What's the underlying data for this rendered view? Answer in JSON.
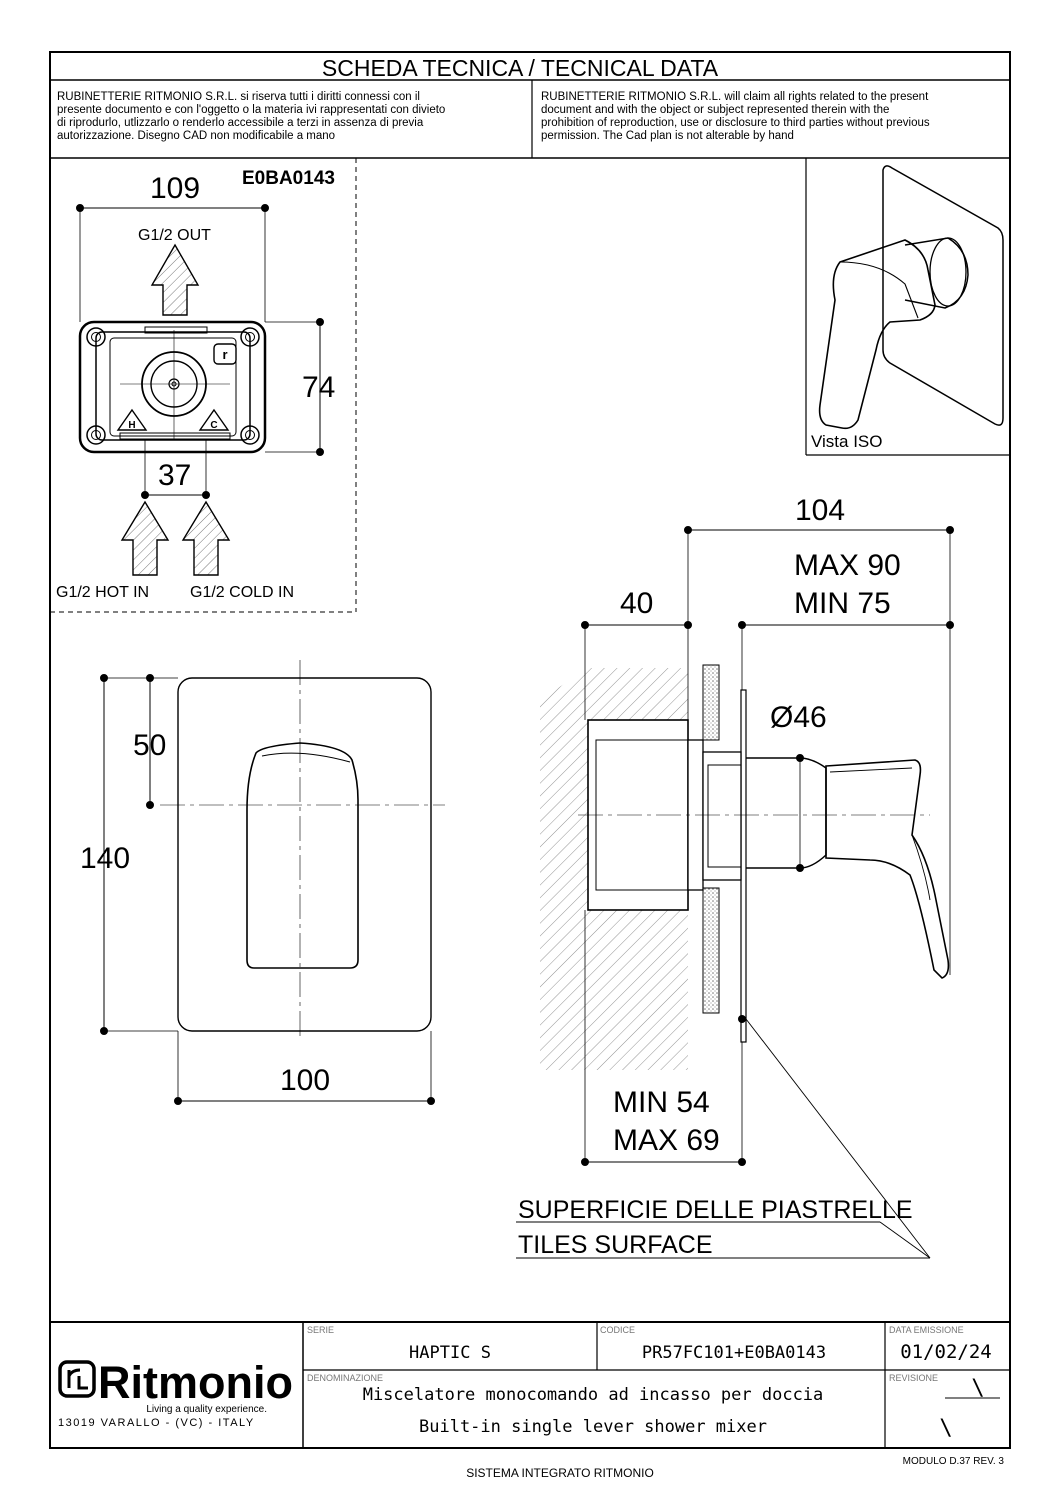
{
  "header": {
    "title": "SCHEDA TECNICA / TECNICAL DATA",
    "notice_it": [
      "RUBINETTERIE RITMONIO S.R.L. si riserva tutti i diritti connessi con il",
      "presente documento e con l'oggetto o la materia ivi rappresentati con divieto",
      "di riprodurlo, utlizzarlo o renderlo accessibile a terzi in assenza di previa",
      "autorizzazione. Disegno CAD non modificabile a mano"
    ],
    "notice_en": [
      "RUBINETTERIE RITMONIO S.R.L. will claim all rights related to the present",
      "document and with the object or subject represented therein with the",
      "prohibition  of reproduction, use or disclosure to third parties without previous",
      "permission.  The Cad plan is not alterable by hand"
    ]
  },
  "box_detail": {
    "code": "E0BA0143",
    "dim_width": "109",
    "dim_height": "74",
    "dim_inlets": "37",
    "outlet_label": "G1/2 OUT",
    "hot_label": "G1/2 HOT IN",
    "cold_label": "G1/2 COLD IN",
    "hot_badge": "H",
    "cold_badge": "C"
  },
  "iso_view": {
    "label": "Vista ISO"
  },
  "front_view": {
    "dim_height": "140",
    "dim_axis": "50",
    "dim_width": "100"
  },
  "side_view": {
    "dim_total": "104",
    "dim_max": "MAX 90",
    "dim_min": "MIN 75",
    "dim_depth": "40",
    "dim_diameter": "Ø46",
    "dim_recess_min": "MIN 54",
    "dim_recess_max": "MAX 69",
    "tiles_label_it": "SUPERFICIE DELLE PIASTRELLE",
    "tiles_label_en": "TILES SURFACE"
  },
  "title_block": {
    "brand": "Ritmonio",
    "brand_badge": "r",
    "tagline": "Living a quality experience.",
    "address": "13019 VARALLO - (VC) - ITALY",
    "serie_label": "SERIE",
    "serie_value": "HAPTIC  S",
    "codice_label": "CODICE",
    "codice_value": "PR57FC101+E0BA0143",
    "data_label": "DATA  EMISSIONE",
    "data_value": "01/02/24",
    "denominazione_label": "DENOMINAZIONE",
    "description_it": "Miscelatore  monocomando  ad  incasso  per  doccia",
    "description_en": "Built-in  single  lever  shower  mixer",
    "revisione_label": "REVISIONE",
    "revision_mark_1": "\\",
    "revision_mark_2": "\\"
  },
  "footer": {
    "module": "MODULO D.37 REV. 3",
    "system": "SISTEMA INTEGRATO RITMONIO"
  }
}
